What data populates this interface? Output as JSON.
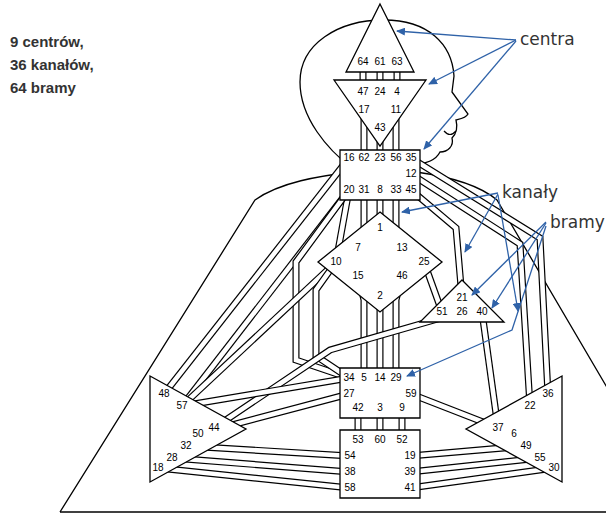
{
  "diagram": {
    "nodes": [
      {
        "text": [
          "64",
          "61",
          "63"
        ]
      },
      {
        "text": [
          "47",
          "24",
          "4",
          "17",
          "11",
          "43"
        ]
      },
      {
        "text": [
          "16",
          "62",
          "23",
          "56",
          "35",
          "12",
          "20",
          "31",
          "8",
          "33",
          "45"
        ]
      },
      {
        "text": [
          "1",
          "7",
          "13",
          "10",
          "25",
          "15",
          "46",
          "2"
        ]
      },
      {
        "text": [
          "21",
          "51",
          "26",
          "40"
        ]
      },
      {
        "text": [
          "48",
          "57",
          "44",
          "50",
          "32",
          "28",
          "18"
        ]
      },
      {
        "text": [
          "36",
          "22",
          "37",
          "6",
          "49",
          "55",
          "30"
        ]
      },
      {
        "text": [
          "34",
          "5",
          "14",
          "29",
          "27",
          "59",
          "42",
          "3",
          "9"
        ]
      },
      {
        "text": [
          "53",
          "60",
          "52",
          "54",
          "19",
          "38",
          "39",
          "58",
          "41"
        ]
      }
    ],
    "edges": [
      {
        "from": 0,
        "to": 1,
        "arrow": "none"
      },
      {
        "from": 0,
        "to": 1,
        "arrow": "none"
      },
      {
        "from": 0,
        "to": 1,
        "arrow": "none"
      },
      {
        "from": 1,
        "to": 2,
        "arrow": "none"
      },
      {
        "from": 1,
        "to": 2,
        "arrow": "none"
      },
      {
        "from": 1,
        "to": 2,
        "arrow": "none"
      },
      {
        "from": 2,
        "to": 5,
        "arrow": "none"
      },
      {
        "from": 2,
        "to": 5,
        "arrow": "none"
      },
      {
        "from": 2,
        "to": 6,
        "arrow": "none"
      },
      {
        "from": 2,
        "to": 6,
        "arrow": "none"
      },
      {
        "from": 2,
        "to": 3,
        "arrow": "none"
      },
      {
        "from": 2,
        "to": 3,
        "arrow": "none"
      },
      {
        "from": 2,
        "to": 3,
        "arrow": "none"
      },
      {
        "from": 2,
        "to": 3,
        "arrow": "none"
      },
      {
        "from": 2,
        "to": 4,
        "arrow": "none"
      },
      {
        "from": 2,
        "to": 7,
        "arrow": "none"
      },
      {
        "from": 3,
        "to": 4,
        "arrow": "none"
      },
      {
        "from": 3,
        "to": 5,
        "arrow": "none"
      },
      {
        "from": 3,
        "to": 7,
        "arrow": "none"
      },
      {
        "from": 3,
        "to": 7,
        "arrow": "none"
      },
      {
        "from": 3,
        "to": 7,
        "arrow": "none"
      },
      {
        "from": 3,
        "to": 7,
        "arrow": "none"
      },
      {
        "from": 4,
        "to": 5,
        "arrow": "none"
      },
      {
        "from": 4,
        "to": 6,
        "arrow": "none"
      },
      {
        "from": 5,
        "to": 7,
        "arrow": "none"
      },
      {
        "from": 5,
        "to": 7,
        "arrow": "none"
      },
      {
        "from": 6,
        "to": 7,
        "arrow": "none"
      },
      {
        "from": 5,
        "to": 8,
        "arrow": "none"
      },
      {
        "from": 5,
        "to": 8,
        "arrow": "none"
      },
      {
        "from": 5,
        "to": 8,
        "arrow": "none"
      },
      {
        "from": 6,
        "to": 8,
        "arrow": "none"
      },
      {
        "from": 6,
        "to": 8,
        "arrow": "none"
      },
      {
        "from": 6,
        "to": 8,
        "arrow": "none"
      },
      {
        "from": 7,
        "to": 8,
        "arrow": "none"
      },
      {
        "from": 7,
        "to": 8,
        "arrow": "none"
      },
      {
        "from": 7,
        "to": 8,
        "arrow": "none"
      }
    ],
    "labels": [
      "9 centrów,",
      "36 kanałów,",
      "64 bramy",
      "centra",
      "kanały",
      "bramy"
    ]
  }
}
